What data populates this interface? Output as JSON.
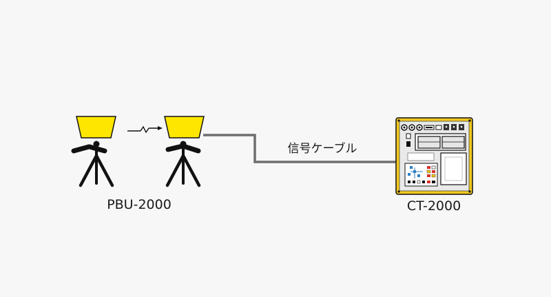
{
  "labels": {
    "pbu_unit": "PBU-2000",
    "ct_unit": "CT-2000",
    "cable": "信号ケーブル"
  },
  "colors": {
    "background": "#f7f7f8",
    "antenna_yellow": "#ffe600",
    "panel_yellow": "#f2c81e",
    "panel_face": "#e9e9e9",
    "cable": "#6e6e6e",
    "ink": "#111111"
  }
}
